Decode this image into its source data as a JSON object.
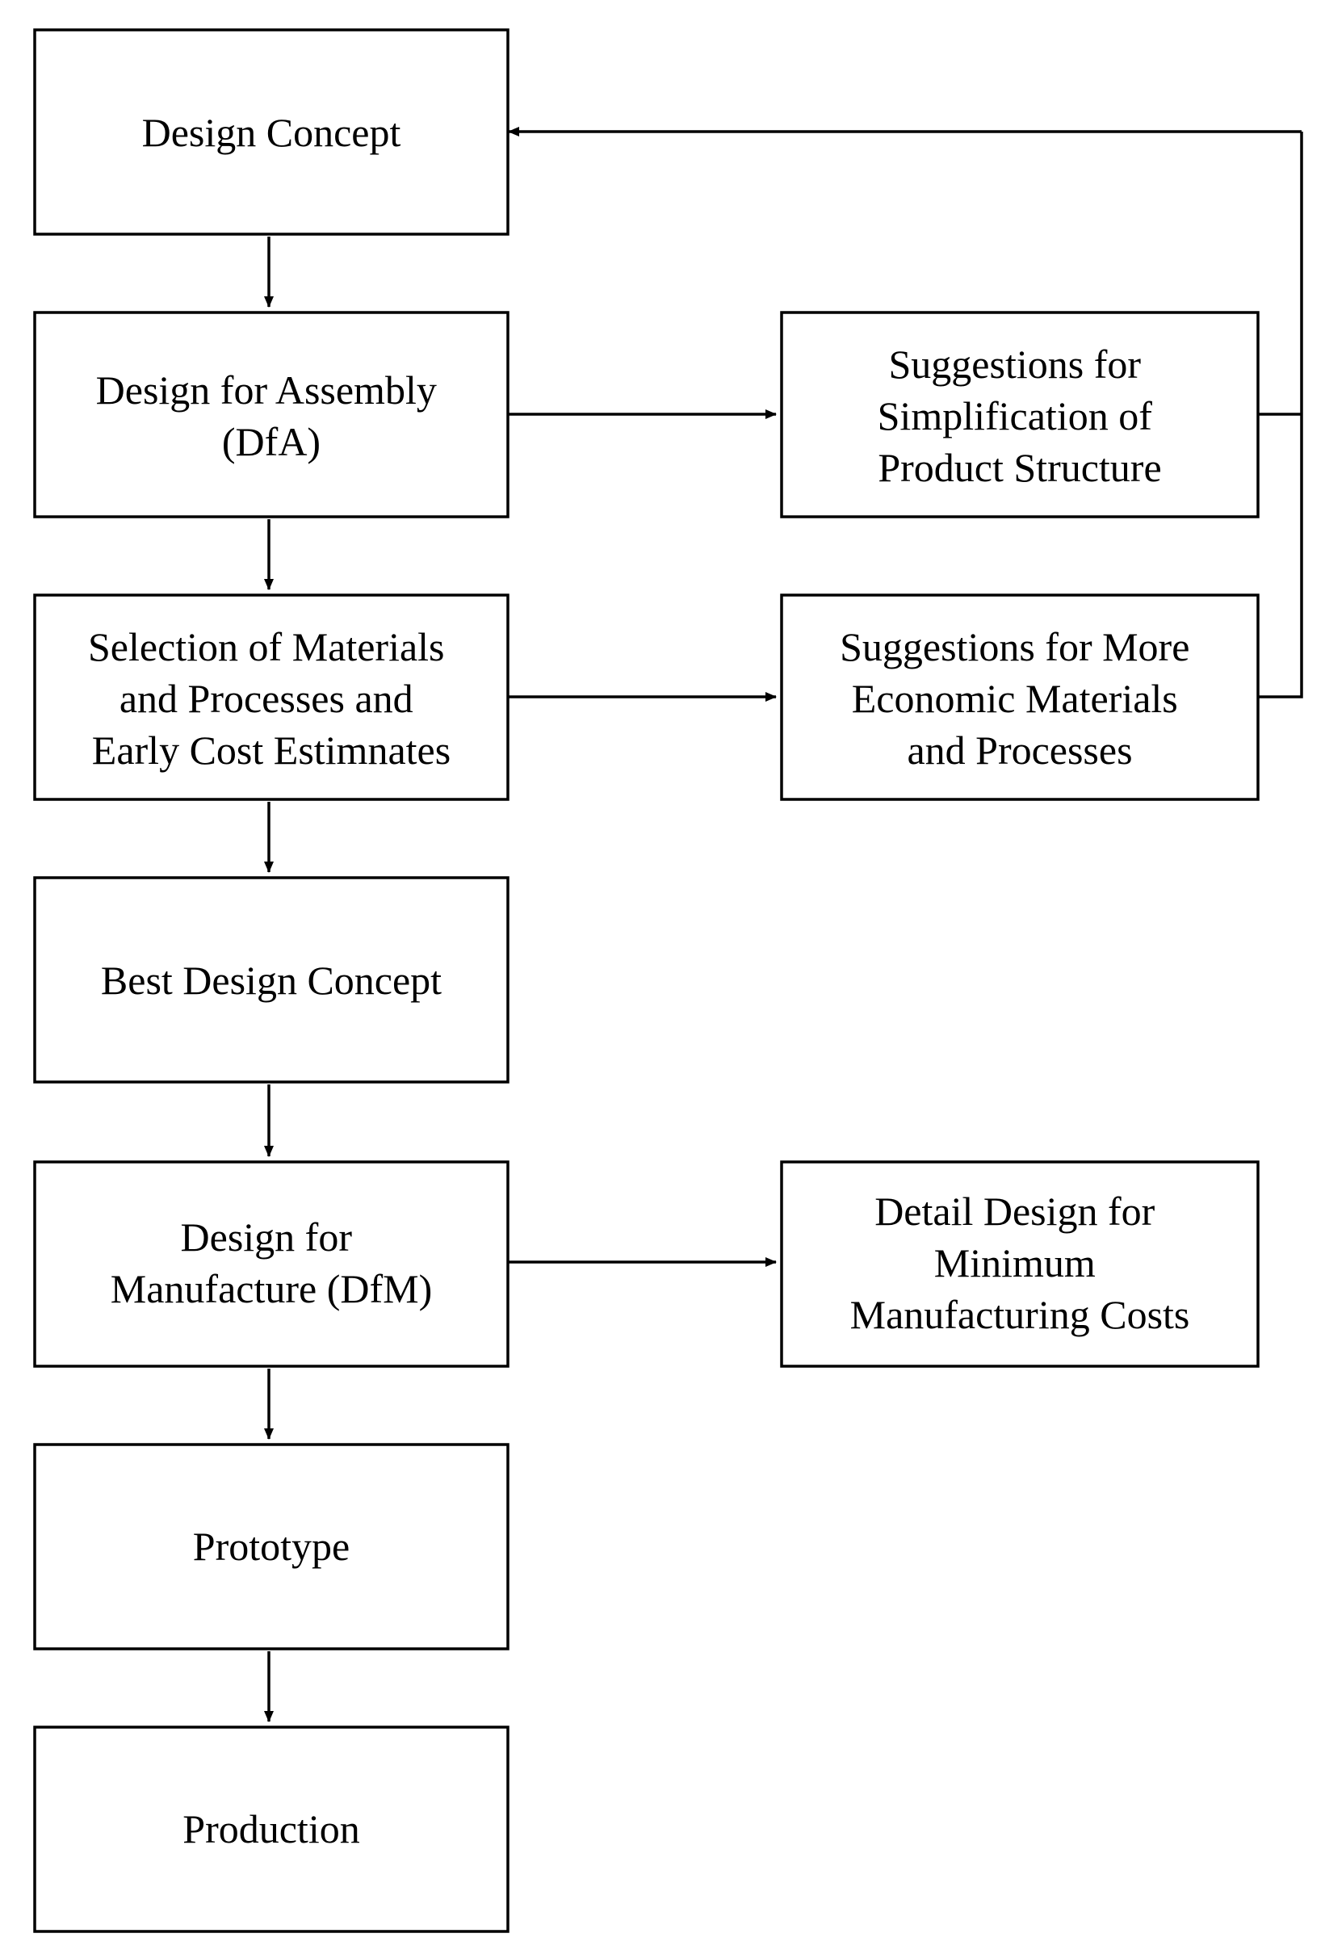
{
  "diagram": {
    "nodes": [
      {
        "id": "design-concept",
        "lines": [
          "Design Concept"
        ]
      },
      {
        "id": "dfa",
        "lines": [
          "Design for Assembly",
          "(DfA)"
        ]
      },
      {
        "id": "selection",
        "lines": [
          "Selection of Materials",
          "and Processes and",
          "Early Cost Estimnates"
        ]
      },
      {
        "id": "best-design",
        "lines": [
          "Best Design Concept"
        ]
      },
      {
        "id": "dfm",
        "lines": [
          "Design for",
          "Manufacture (DfM)"
        ]
      },
      {
        "id": "prototype",
        "lines": [
          "Prototype"
        ]
      },
      {
        "id": "production",
        "lines": [
          "Production"
        ]
      },
      {
        "id": "simplification",
        "lines": [
          "Suggestions for",
          "Simplification of",
          "Product Structure"
        ]
      },
      {
        "id": "economic",
        "lines": [
          "Suggestions for More",
          "Economic Materials",
          "and Processes"
        ]
      },
      {
        "id": "detail-design",
        "lines": [
          "Detail Design for",
          "Minimum",
          "Manufacturing Costs"
        ]
      }
    ],
    "edges": [
      {
        "from": "design-concept",
        "to": "dfa"
      },
      {
        "from": "dfa",
        "to": "selection"
      },
      {
        "from": "selection",
        "to": "best-design"
      },
      {
        "from": "best-design",
        "to": "dfm"
      },
      {
        "from": "dfm",
        "to": "prototype"
      },
      {
        "from": "prototype",
        "to": "production"
      },
      {
        "from": "dfa",
        "to": "simplification"
      },
      {
        "from": "selection",
        "to": "economic"
      },
      {
        "from": "dfm",
        "to": "detail-design"
      },
      {
        "from": "simplification",
        "to": "design-concept"
      },
      {
        "from": "economic",
        "to": "design-concept"
      }
    ]
  }
}
